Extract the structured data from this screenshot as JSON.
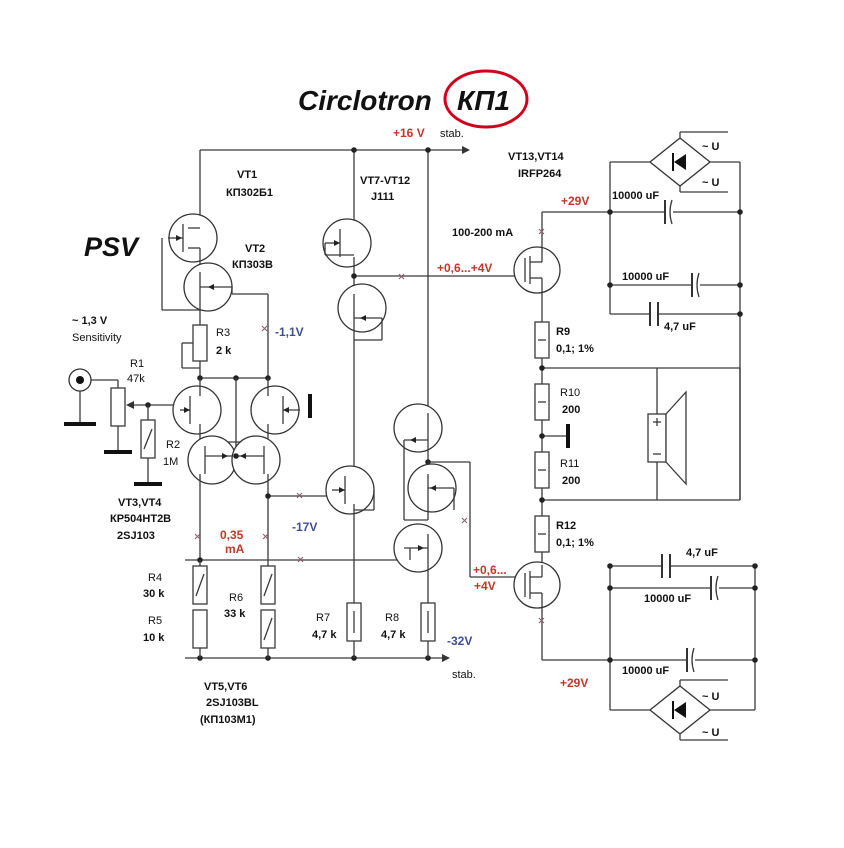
{
  "title": {
    "name": "Circlotron",
    "model": "КП1"
  },
  "brand": "PSV",
  "input": {
    "signal": "~ 1,3 V",
    "sensitivity": "Sensitivity"
  },
  "rails": {
    "pos_supply": "+16 V",
    "pos_stab": "stab.",
    "neg_supply": "-32V",
    "neg_stab": "stab.",
    "top_29": "+29V",
    "bottom_29": "+29V"
  },
  "transistors": {
    "vt1": {
      "ref": "VT1",
      "part": "КП302Б1"
    },
    "vt2": {
      "ref": "VT2",
      "part": "КП303В"
    },
    "vt3_vt4": {
      "ref": "VT3,VT4",
      "part": "КР504НТ2В",
      "alt": "2SJ103"
    },
    "vt5_vt6": {
      "ref": "VT5,VT6",
      "part": "2SJ103BL",
      "alt": "(КП103М1)"
    },
    "vt7_vt12": {
      "ref": "VT7-VT12",
      "part": "J111"
    },
    "vt13_vt14": {
      "ref": "VT13,VT14",
      "part": "IRFP264"
    }
  },
  "resistors": {
    "r1": {
      "ref": "R1",
      "value": "47k"
    },
    "r2": {
      "ref": "R2",
      "value": "1M"
    },
    "r3": {
      "ref": "R3",
      "value": "2 k"
    },
    "r4": {
      "ref": "R4",
      "value": "30 k"
    },
    "r5": {
      "ref": "R5",
      "value": "10 k"
    },
    "r6": {
      "ref": "R6",
      "value": "33 k"
    },
    "r7": {
      "ref": "R7",
      "value": "4,7 k"
    },
    "r8": {
      "ref": "R8",
      "value": "4,7 k"
    },
    "r9": {
      "ref": "R9",
      "value": "0,1; 1%"
    },
    "r10": {
      "ref": "R10",
      "value": "200"
    },
    "r11": {
      "ref": "R11",
      "value": "200"
    },
    "r12": {
      "ref": "R12",
      "value": "0,1; 1%"
    }
  },
  "annotations": {
    "v_minus_1_1": "-1,1V",
    "v_minus_17": "-17V",
    "current_035": "0,35",
    "current_035_unit": "mA",
    "bias_current": "100-200 mA",
    "gate_top": "+0,6...+4V",
    "gate_bottom_1": "+0,6...",
    "gate_bottom_2": "+4V"
  },
  "capacitors": {
    "c1": "10000 uF",
    "c2": "10000 uF",
    "c3": "4,7  uF",
    "c4": "4,7  uF",
    "c5": "10000 uF",
    "c6": "10000 uF"
  },
  "psu": {
    "ac_label": "~ U"
  },
  "colors": {
    "red": "#c0392b",
    "blue": "#3f4f8f",
    "mark": "#d0021b"
  }
}
